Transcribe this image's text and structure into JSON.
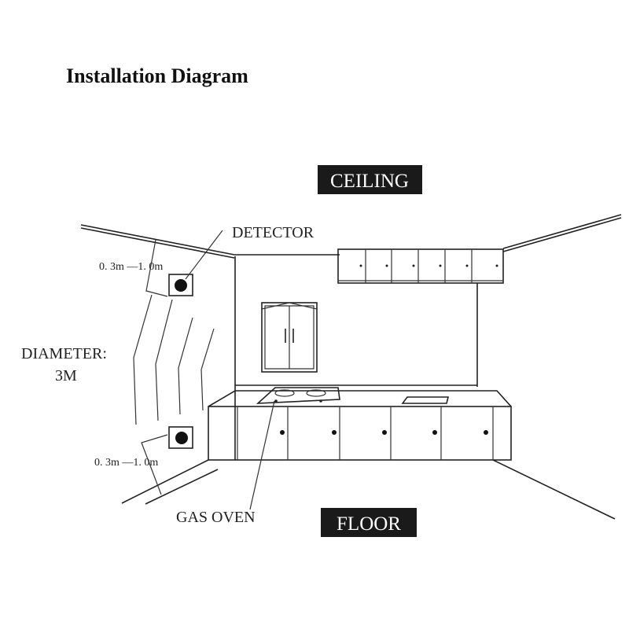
{
  "title": "Installation Diagram",
  "labels": {
    "ceiling": "CEILING",
    "floor": "FLOOR",
    "detector": "DETECTOR",
    "diameter_line1": "DIAMETER:",
    "diameter_line2": "3M",
    "distance_top": "0. 3m —1. 0m",
    "distance_bottom": "0. 3m —1. 0m",
    "gas_oven": "GAS OVEN"
  },
  "colors": {
    "label_bg": "#1a1a1a",
    "label_text": "#ffffff",
    "line": "#222222"
  }
}
